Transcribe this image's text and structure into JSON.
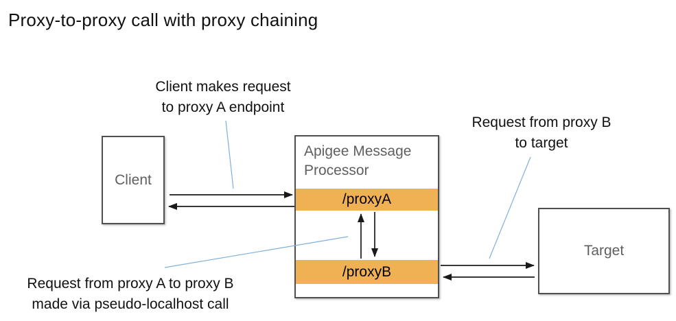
{
  "title": "Proxy-to-proxy call with proxy chaining",
  "annotations": {
    "client_request": {
      "lines": [
        "Client makes request",
        "to proxy A endpoint"
      ]
    },
    "proxyb_to_target": {
      "lines": [
        "Request from proxy B",
        "to target"
      ]
    },
    "proxya_to_proxyb": {
      "lines": [
        "Request from proxy A to proxy B",
        "made via pseudo-localhost call"
      ]
    }
  },
  "nodes": {
    "client": {
      "label": "Client"
    },
    "message_processor": {
      "lines": [
        "Apigee Message",
        "Processor"
      ]
    },
    "proxy_a": {
      "label": "/proxyA"
    },
    "proxy_b": {
      "label": "/proxyB"
    },
    "target": {
      "label": "Target"
    }
  },
  "colors": {
    "endpoint_bar": "#F0B154",
    "leader_line": "#7FAFDC",
    "box_border": "#4F4F4F",
    "label_gray": "#5F5F5F",
    "arrow_black": "#1A1A1A",
    "text_black": "#111111"
  }
}
